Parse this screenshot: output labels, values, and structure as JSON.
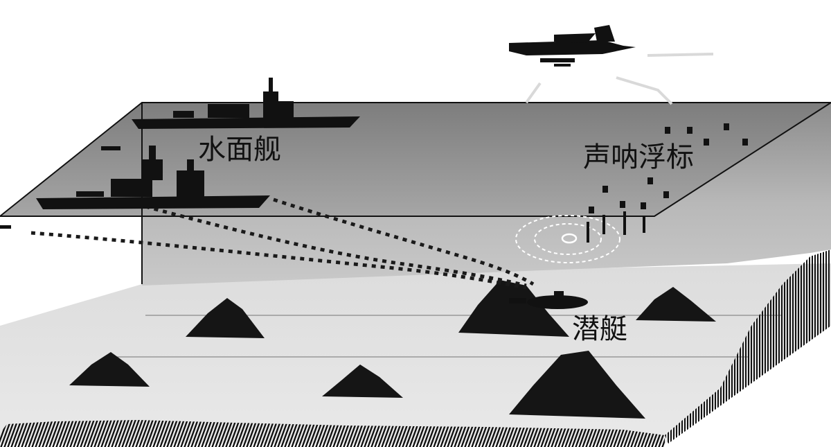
{
  "labels": {
    "surface_ships": "水面舰",
    "sonobuoys": "声呐浮标",
    "submarine": "潜艇"
  },
  "colors": {
    "sea_surface": "#8f8f8f",
    "water_column": "#b3b3b3",
    "sea_floor": "#d6d6d6",
    "silhouette": "#0d0d0d",
    "sonar_ring": "#ffffff"
  }
}
